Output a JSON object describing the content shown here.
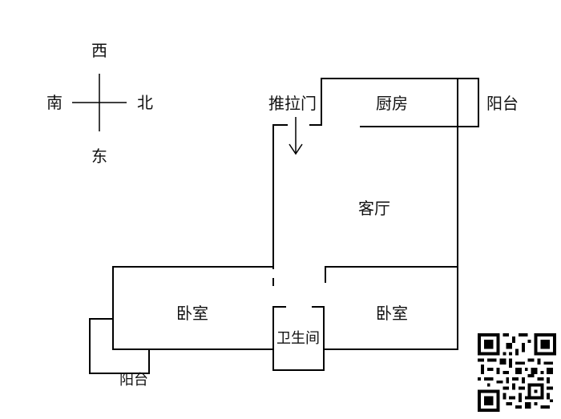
{
  "compass": {
    "west": "西",
    "south": "南",
    "north": "北",
    "east": "东"
  },
  "rooms": {
    "sliding_door": "推拉门",
    "kitchen": "厨房",
    "balcony_top": "阳台",
    "living_room": "客厅",
    "bedroom_left": "卧室",
    "bedroom_right": "卧室",
    "bathroom": "卫生间",
    "balcony_bottom": "阳台"
  },
  "colors": {
    "line": "#000000",
    "text": "#111111",
    "background": "#ffffff"
  },
  "icons": {
    "qr": "qr-code-icon",
    "arrow": "arrow-down-icon"
  }
}
